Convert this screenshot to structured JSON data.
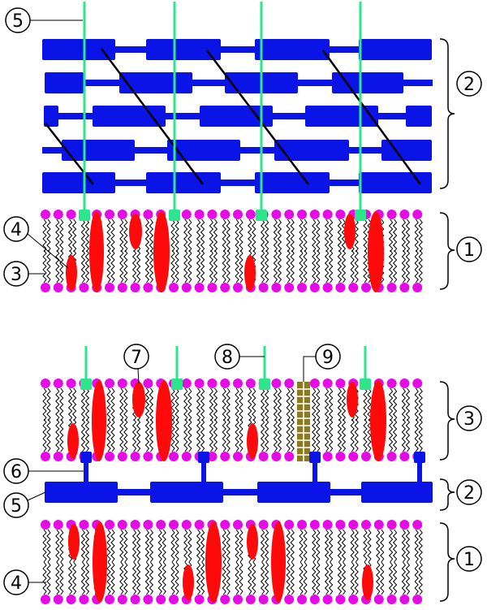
{
  "colors": {
    "blue": "#0a14e6",
    "green": "#2de68c",
    "red": "#ff0a0a",
    "magenta": "#e60ae6",
    "olive": "#8c7a1e",
    "line": "#000000"
  },
  "labels": {
    "top": {
      "callout_5": "5",
      "bracket_2": "2",
      "callout_4": "4",
      "callout_3": "3",
      "bracket_1": "1"
    },
    "bottom": {
      "callout_7": "7",
      "callout_8": "8",
      "callout_9": "9",
      "bracket_3": "3",
      "callout_6": "6",
      "callout_5": "5",
      "bracket_2": "2",
      "bracket_1": "1",
      "callout_4": "4"
    }
  }
}
